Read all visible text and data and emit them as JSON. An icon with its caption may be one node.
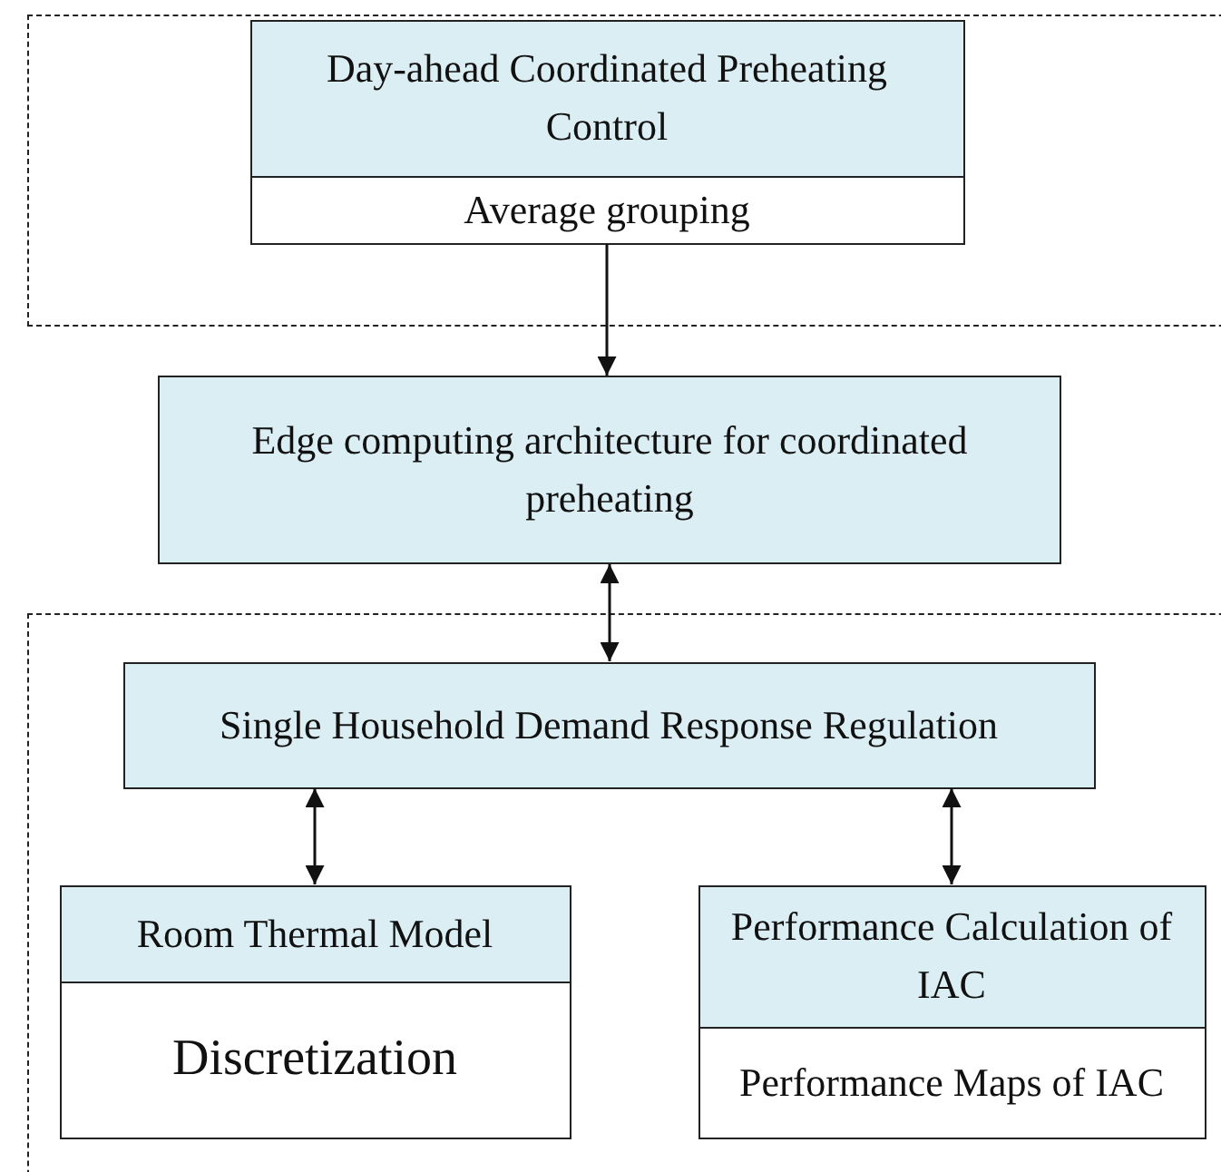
{
  "diagram": {
    "nodes": [
      {
        "text": [],
        "shape": "box"
      },
      {
        "text": [
          "Day-ahead Coordinated Preheating Control",
          "Average grouping"
        ],
        "in": 0
      },
      {
        "text": [
          "Edge computing architecture for coordinated preheating"
        ]
      },
      {
        "text": [],
        "shape": "box"
      },
      {
        "text": [
          "Single Household Demand Response Regulation"
        ],
        "in": 3
      },
      {
        "text": [
          "Room Thermal Model",
          "Discretization"
        ],
        "in": 3
      },
      {
        "text": [
          "Performance Calculation of IAC",
          "Performance Maps of IAC"
        ],
        "in": 3
      }
    ],
    "edges": [
      {
        "from": 1,
        "to": 2,
        "arrow": "to"
      },
      {
        "from": 2,
        "to": 4,
        "arrow": "both"
      },
      {
        "from": 4,
        "to": 5,
        "arrow": "both"
      },
      {
        "from": 4,
        "to": 6,
        "arrow": "both"
      }
    ]
  }
}
